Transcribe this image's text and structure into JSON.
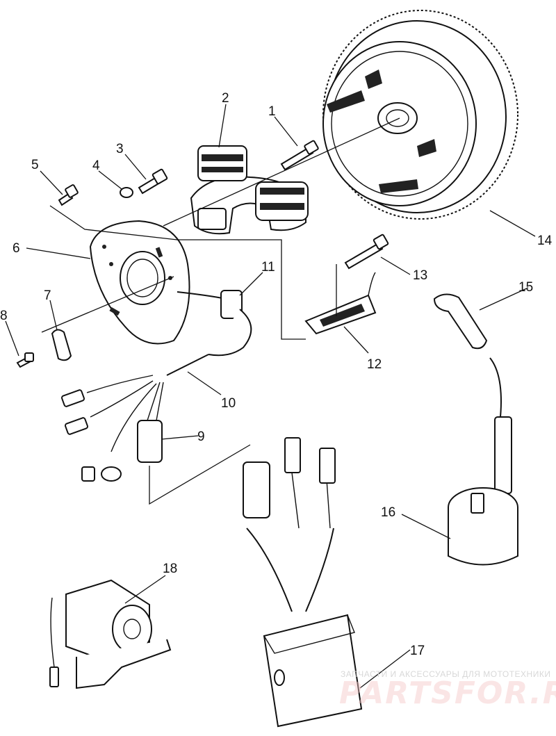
{
  "callouts": [
    {
      "id": "1",
      "label": "1"
    },
    {
      "id": "2",
      "label": "2"
    },
    {
      "id": "3",
      "label": "3"
    },
    {
      "id": "4",
      "label": "4"
    },
    {
      "id": "5",
      "label": "5"
    },
    {
      "id": "6",
      "label": "6"
    },
    {
      "id": "7",
      "label": "7"
    },
    {
      "id": "8",
      "label": "8"
    },
    {
      "id": "9",
      "label": "9"
    },
    {
      "id": "10",
      "label": "10"
    },
    {
      "id": "11",
      "label": "11"
    },
    {
      "id": "12",
      "label": "12"
    },
    {
      "id": "13",
      "label": "13"
    },
    {
      "id": "14",
      "label": "14"
    },
    {
      "id": "15",
      "label": "15"
    },
    {
      "id": "16",
      "label": "16"
    },
    {
      "id": "17",
      "label": "17"
    },
    {
      "id": "18",
      "label": "18"
    }
  ],
  "watermark": {
    "tagline": "ЗАПЧАСТИ И АКСЕССУАРЫ ДЛЯ МОТОТЕХНИКИ",
    "brand": "PARTSFOR.RU",
    "brand_color": "#e07a7a"
  }
}
